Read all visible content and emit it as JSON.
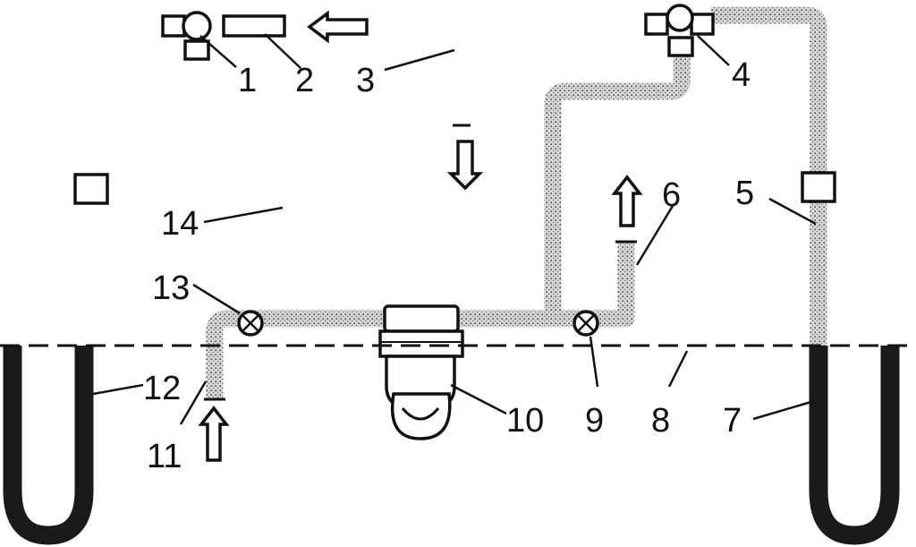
{
  "labels": {
    "n1": "1",
    "n2": "2",
    "n3": "3",
    "n4": "4",
    "n5": "5",
    "n6": "6",
    "n7": "7",
    "n8": "8",
    "n9": "9",
    "n10": "10",
    "n11": "11",
    "n12": "12",
    "n13": "13",
    "n14": "14"
  },
  "colors": {
    "line": "#111111",
    "liquid": "#1a1a1a",
    "gas_fill": "#d9d9d9",
    "background": "#ffffff"
  }
}
